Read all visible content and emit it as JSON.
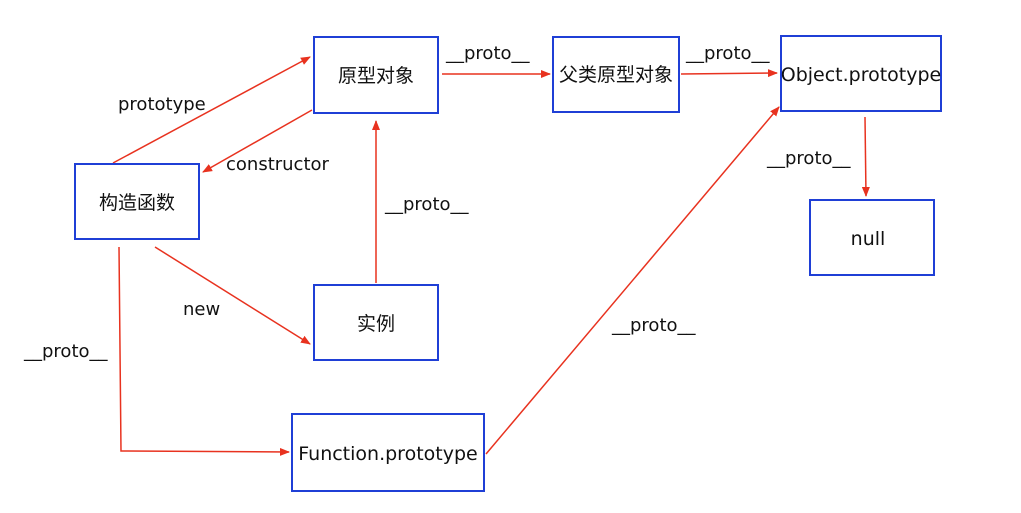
{
  "nodes": {
    "prototype_object": "原型对象",
    "parent_prototype": "父类原型对象",
    "object_prototype": "Object.prototype",
    "null_node": "null",
    "constructor_fn": "构造函数",
    "instance": "实例",
    "function_prototype": "Function.prototype"
  },
  "edges": {
    "ctor_to_proto": "prototype",
    "proto_to_ctor": "constructor",
    "new_instance": "new",
    "instance_proto": "__proto__",
    "proto_to_parent": "__proto__",
    "parent_to_object": "__proto__",
    "object_to_null": "__proto__",
    "ctor_to_function": "__proto__",
    "function_to_object": "__proto__"
  },
  "colors": {
    "node_border": "#1f3fd6",
    "arrow": "#e8321f"
  }
}
